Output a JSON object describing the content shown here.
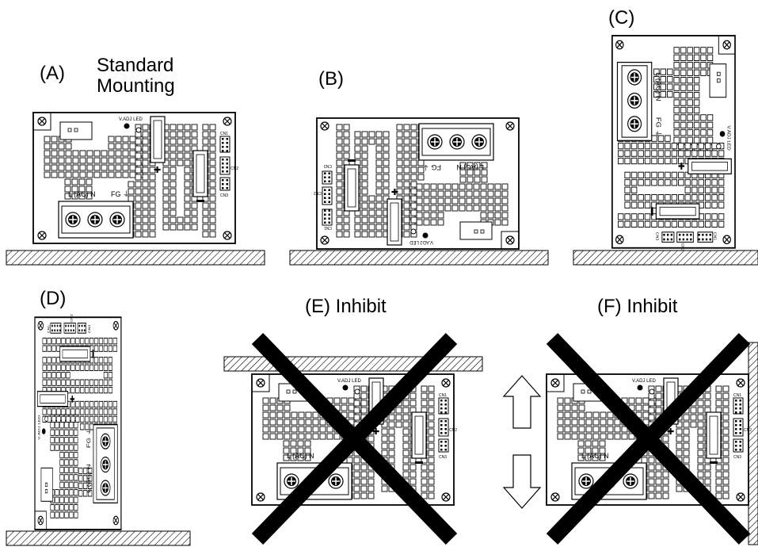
{
  "panels": [
    {
      "id": "A",
      "label": "(A)",
      "title": [
        "Standard",
        "Mounting"
      ]
    },
    {
      "id": "B",
      "label": "(B)"
    },
    {
      "id": "C",
      "label": "(C)"
    },
    {
      "id": "D",
      "label": "(D)"
    },
    {
      "id": "E",
      "label": "(E) Inhibit"
    },
    {
      "id": "F",
      "label": "(F) Inhibit"
    }
  ],
  "unit_text": {
    "ac_terminal": "L (AC) N",
    "fg": "FG",
    "vadj": "V.ADJ",
    "led": "LED",
    "cn1": "CN1",
    "cn2": "CN2",
    "cn3": "CN3"
  }
}
